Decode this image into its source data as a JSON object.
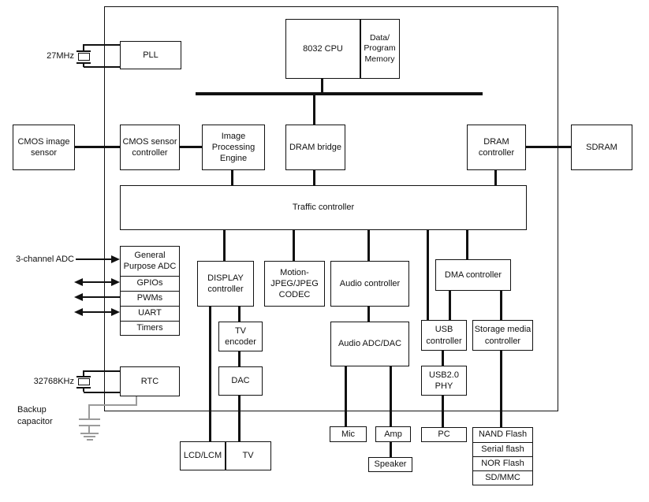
{
  "colors": {
    "line": "#111111",
    "capacitor_gray": "#9b9b9b",
    "background": "#ffffff"
  },
  "chip": {
    "pll": "PLL",
    "cpu": "8032 CPU",
    "cpu_memory": "Data/\nProgram\nMemory",
    "cmos_sensor_controller": "CMOS sensor\ncontroller",
    "image_processing_engine": "Image\nProcessing\nEngine",
    "dram_bridge": "DRAM bridge",
    "dram_controller": "DRAM\ncontroller",
    "traffic_controller": "Traffic controller",
    "peripherals": [
      "General\nPurpose ADC",
      "GPIOs",
      "PWMs",
      "UART",
      "Timers"
    ],
    "display_controller": "DISPLAY\ncontroller",
    "mjpeg_codec": "Motion-\nJPEG/JPEG\nCODEC",
    "audio_controller": "Audio controller",
    "dma_controller": "DMA controller",
    "tv_encoder": "TV\nencoder",
    "dac": "DAC",
    "audio_adc_dac": "Audio ADC/DAC",
    "usb_controller": "USB\ncontroller",
    "storage_media_controller": "Storage media\ncontroller",
    "usb_phy": "USB2.0\nPHY",
    "rtc": "RTC"
  },
  "external": {
    "crystal_27mhz": "27MHz",
    "cmos_image_sensor": "CMOS image\nsensor",
    "sdram": "SDRAM",
    "adc_input": "3-channel ADC",
    "crystal_32khz": "32768KHz",
    "backup_capacitor": "Backup\ncapacitor",
    "lcd_lcm": "LCD/LCM",
    "tv": "TV",
    "mic": "Mic",
    "amp": "Amp",
    "speaker": "Speaker",
    "pc": "PC",
    "flash_devices": [
      "NAND Flash",
      "Serial flash",
      "NOR Flash",
      "SD/MMC"
    ]
  }
}
